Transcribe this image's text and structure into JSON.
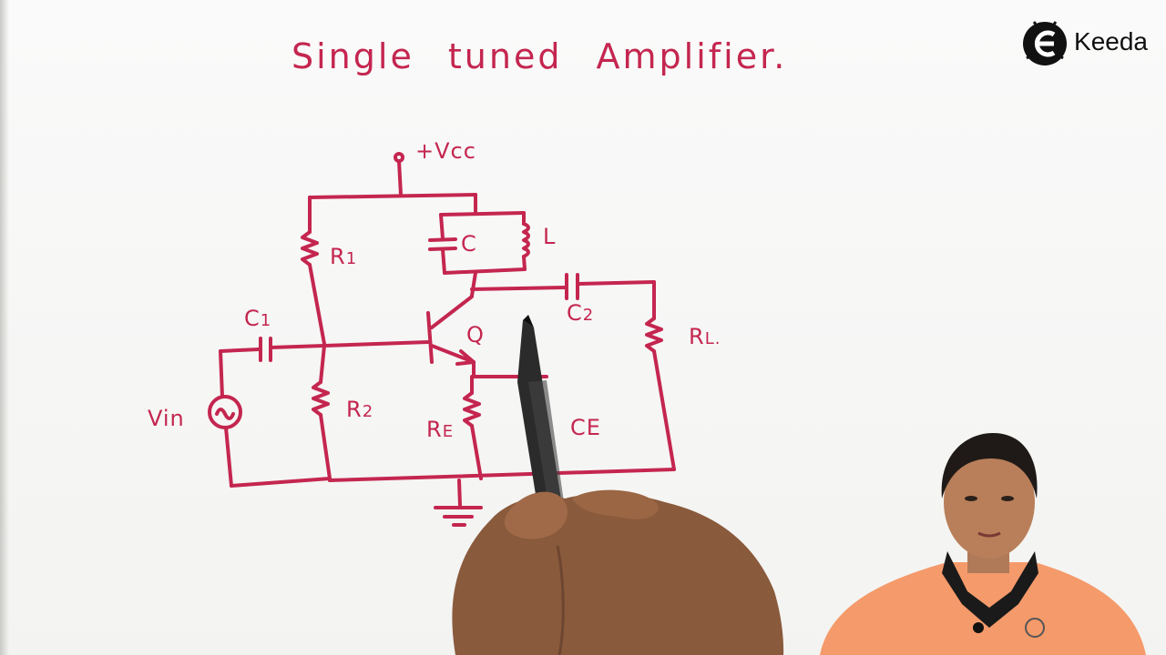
{
  "whiteboard": {
    "title": "Single tuned Amplifier."
  },
  "circuit": {
    "supply_label": "+Vcc",
    "r1_label": "R",
    "r1_sub": "1",
    "r2_label": "R",
    "r2_sub": "2",
    "c_label": "C",
    "l_label": "L",
    "c1_label": "C",
    "c1_sub": "1",
    "c2_label": "C",
    "c2_sub": "2",
    "q_label": "Q",
    "rl_label": "R",
    "rl_sub": "L.",
    "re_label": "R",
    "re_sub": "E",
    "ce_label": "CE",
    "vin_label": "Vin"
  },
  "logo": {
    "text": "Keeda"
  },
  "colors": {
    "ink": "#c4264f",
    "board": "#f6f6f4",
    "shirt": "#f59a6a",
    "collar": "#1a1a1a",
    "skin": "#8a5a3c",
    "marker": "#2b2b2b"
  }
}
